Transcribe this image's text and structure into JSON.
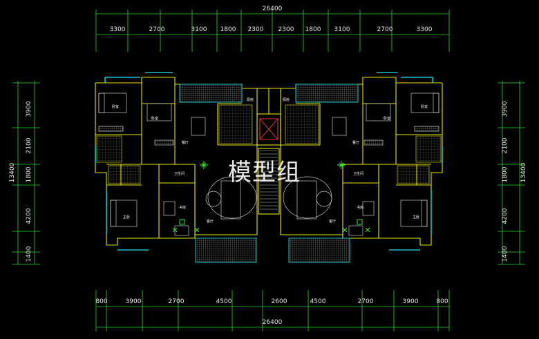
{
  "watermark": "模型组",
  "top_total": "26400",
  "top_segments": [
    "3300",
    "2700",
    "3100",
    "1800",
    "2300",
    "2300",
    "1800",
    "3100",
    "2700",
    "3300"
  ],
  "bottom_total": "26400",
  "bottom_segments": [
    "800",
    "3900",
    "2700",
    "4500",
    "2600",
    "4500",
    "2700",
    "3900",
    "800"
  ],
  "left_total": "13400",
  "left_segments": [
    "3900",
    "2100",
    "1800",
    "4200",
    "1400"
  ],
  "right_total": "13400",
  "right_segments": [
    "3900",
    "2100",
    "1800",
    "4200",
    "1400"
  ],
  "room_labels": {
    "bedroom_a": "卧室",
    "bedroom_b": "卧室",
    "bedroom_c": "卧室",
    "bedroom_d": "卧室",
    "dining_left": "餐厅",
    "dining_right": "餐厅",
    "living_left": "客厅",
    "living_right": "客厅",
    "study_left": "书房",
    "study_right": "书房",
    "master_left": "主卧",
    "master_right": "主卧",
    "wc_left": "卫生间",
    "wc_right": "卫生间",
    "kitchen_left": "厨房",
    "kitchen_right": "厨房"
  },
  "colors": {
    "dim_line": "#2bd92b",
    "wall": "#e6e600",
    "window": "#19c3c3",
    "furniture": "#c8c8c8",
    "plant": "#33ff33",
    "text": "#ffffff",
    "background": "#000000"
  }
}
